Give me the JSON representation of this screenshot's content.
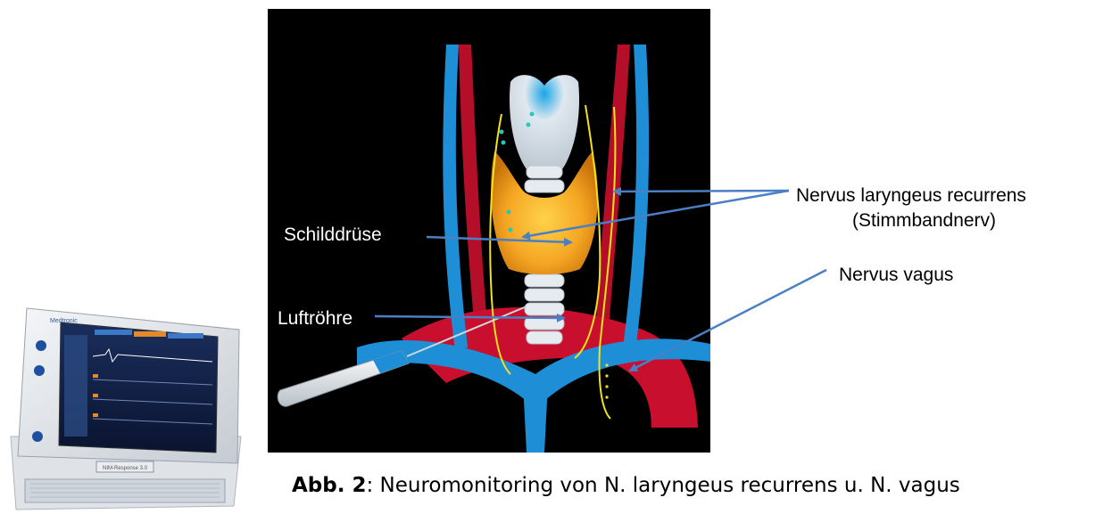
{
  "labels": {
    "schilddruese": "Schilddrüse",
    "luftroehre": "Luftröhre",
    "nervus_laryngeus_line1": "Nervus laryngeus recurrens",
    "nervus_laryngeus_line2": "(Stimmbandnerv)",
    "nervus_vagus": "Nervus vagus"
  },
  "caption": {
    "prefix": "Abb. 2",
    "text": ": Neuromonitoring von N. laryngeus recurrens u. N. vagus"
  },
  "device": {
    "brand": "Medtronic",
    "model": "NIM-Response 3.0"
  },
  "colors": {
    "arrow": "#4a7fc4",
    "illustration_bg": "#000000",
    "thyroid": "#f5a623",
    "artery": "#d0122b",
    "vein": "#1e8fd6",
    "nerve": "#f2e21c",
    "trachea": "#e6ebf0"
  }
}
